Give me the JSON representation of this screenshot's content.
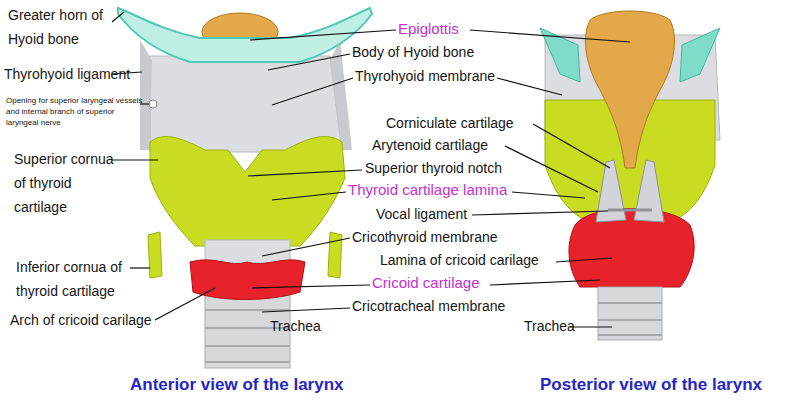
{
  "diagram": {
    "labels": [
      "Greater horn of Hyoid bone",
      "Thyrohyoid ligament",
      "Opening for superior laryngeal vessels and internal branch of superior laryngeal nerve",
      "Superior cornua of thyroid cartilage",
      "Inferior cornua of thyroid cartilage",
      "Arch of cricoid carilage",
      "Epiglottis",
      "Body of Hyoid bone",
      "Thyrohyoid membrane",
      "Corniculate cartilage",
      "Arytenoid cartilage",
      "Superior thyroid notch",
      "Thyroid cartilage lamina",
      "Vocal ligament",
      "Cricothyroid membrane",
      "Lamina of cricoid carilage",
      "Cricoid cartilage",
      "Cricotracheal membrane",
      "Trachea",
      "Trachea",
      "Anterior view of the larynx",
      "Posterior view of the larynx"
    ]
  }
}
